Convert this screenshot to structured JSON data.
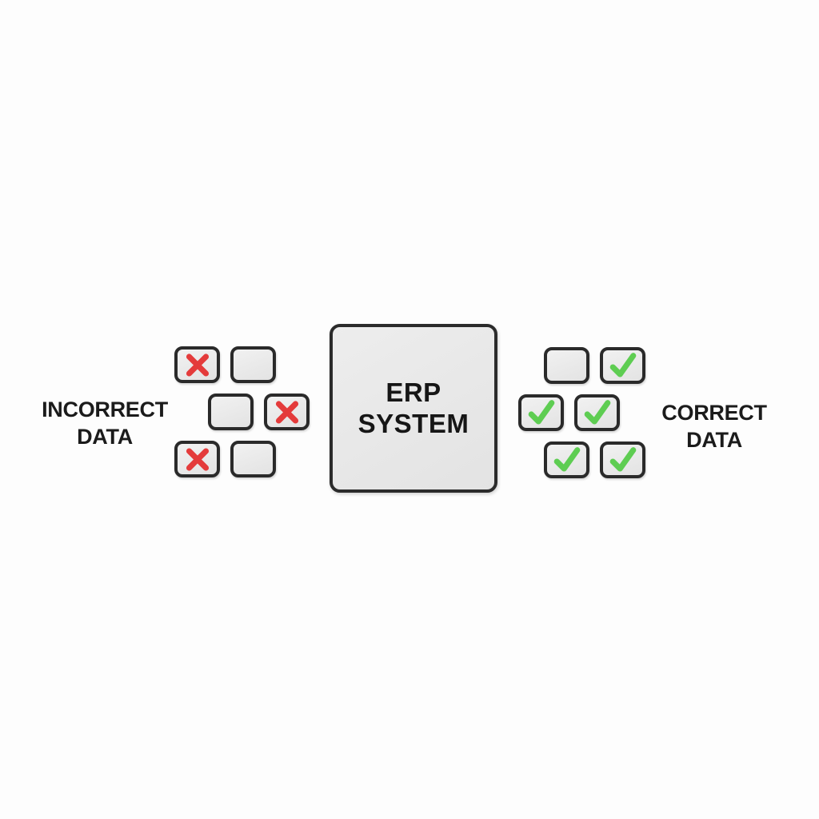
{
  "diagram": {
    "center_box": {
      "line1": "ERP",
      "line2": "SYSTEM"
    },
    "left_label": {
      "line1": "INCORRECT",
      "line2": "DATA"
    },
    "right_label": {
      "line1": "CORRECT",
      "line2": "DATA"
    },
    "left_cluster": {
      "rows": [
        [
          "x",
          "empty"
        ],
        [
          "empty",
          "x"
        ],
        [
          "x",
          "empty"
        ]
      ]
    },
    "right_cluster": {
      "rows": [
        [
          "empty",
          "check"
        ],
        [
          "check",
          "check"
        ],
        [
          "check",
          "check"
        ]
      ]
    },
    "colors": {
      "error_red": "#e43b3b",
      "success_green": "#5ecd52",
      "box_fill": "#e9e9e9",
      "box_border": "#2a2a2a"
    }
  }
}
